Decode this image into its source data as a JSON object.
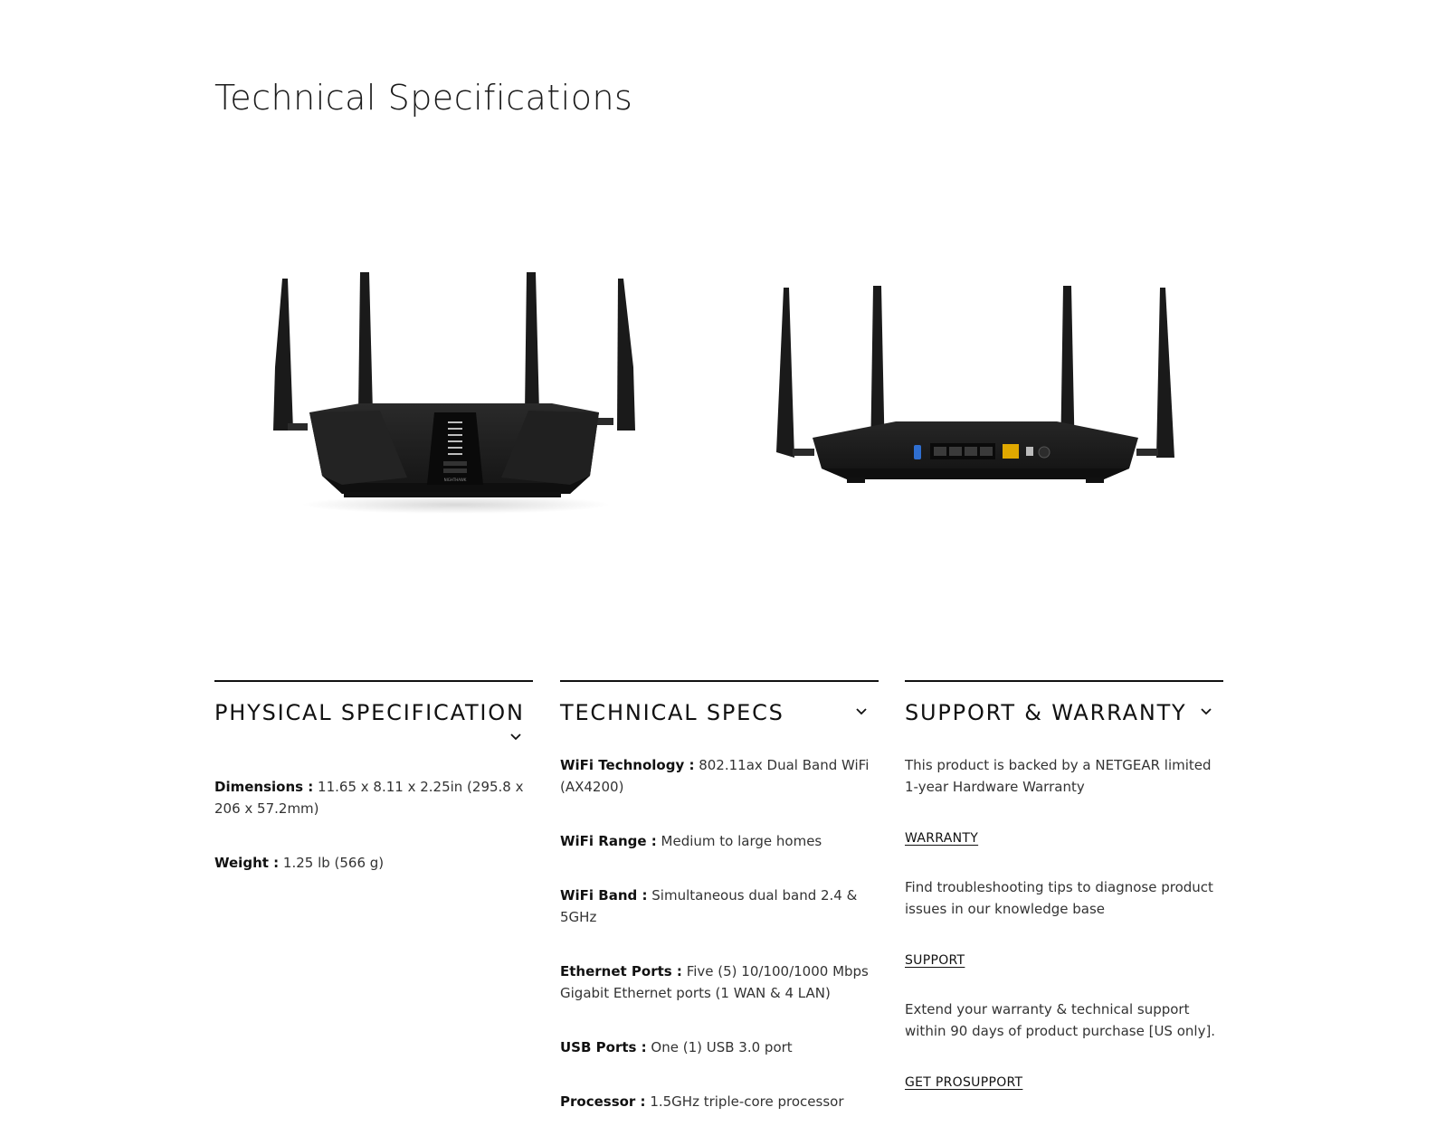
{
  "page": {
    "title": "Technical Specifications"
  },
  "images": {
    "front": "router-front",
    "back": "router-back",
    "front_brand_text": "NIGHTHAWK"
  },
  "icons": {
    "expand": "chevron-down-icon"
  },
  "physical": {
    "title": "PHYSICAL SPECIFICATION",
    "items": [
      {
        "key": "Dimensions :",
        "value": " 11.65 x 8.11 x 2.25in (295.8 x 206 x 57.2mm)"
      },
      {
        "key": "Weight :",
        "value": " 1.25 lb (566 g)"
      }
    ]
  },
  "technical": {
    "title": "TECHNICAL SPECS",
    "items": [
      {
        "key": "WiFi Technology :",
        "value": " 802.11ax Dual Band WiFi (AX4200)"
      },
      {
        "key": "WiFi Range :",
        "value": " Medium to large homes"
      },
      {
        "key": "WiFi Band :",
        "value": " Simultaneous dual band 2.4 & 5GHz"
      },
      {
        "key": "Ethernet Ports :",
        "value": " Five (5) 10/100/1000 Mbps Gigabit Ethernet ports (1 WAN & 4 LAN)"
      },
      {
        "key": "USB Ports :",
        "value": " One (1) USB 3.0 port"
      },
      {
        "key": "Processor :",
        "value": " 1.5GHz triple-core processor"
      }
    ]
  },
  "support": {
    "title": "SUPPORT & WARRANTY",
    "warranty_text": "This product is backed by a NETGEAR limited 1-year Hardware Warranty",
    "warranty_link": "WARRANTY",
    "support_text": "Find troubleshooting tips to diagnose product issues in our knowledge base",
    "support_link": "SUPPORT",
    "prosupport_text": "Extend your warranty & technical support within 90 days of product purchase [US only].",
    "prosupport_link": "GET PROSUPPORT"
  },
  "colors": {
    "text": "#222222",
    "heading": "#111111",
    "router": "#1c1c1c",
    "ethernet_wan": "#e0a800",
    "usb_port": "#2f6fd1"
  }
}
